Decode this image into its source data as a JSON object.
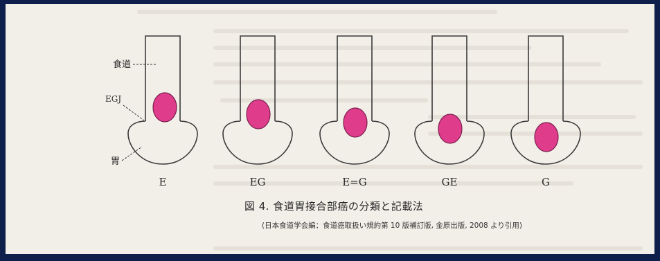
{
  "labels": {
    "esophagus": "食道",
    "egj": "EGJ",
    "stomach": "胃"
  },
  "diagrams": [
    {
      "type": "E"
    },
    {
      "type": "EG"
    },
    {
      "type": "E=G"
    },
    {
      "type": "GE"
    },
    {
      "type": "G"
    }
  ],
  "caption": "図 4.  食道胃接合部癌の分類と記載法",
  "source": "(日本食道学会編：食道癌取扱い規約第 10 版補訂版, 金原出版, 2008 より引用)",
  "colors": {
    "tumor_fill": "#e03c8c",
    "tumor_stroke": "#7a1f4e",
    "outline": "#3a3a3a",
    "paper": "#f2efe8",
    "frame": "#0d1f4a"
  }
}
